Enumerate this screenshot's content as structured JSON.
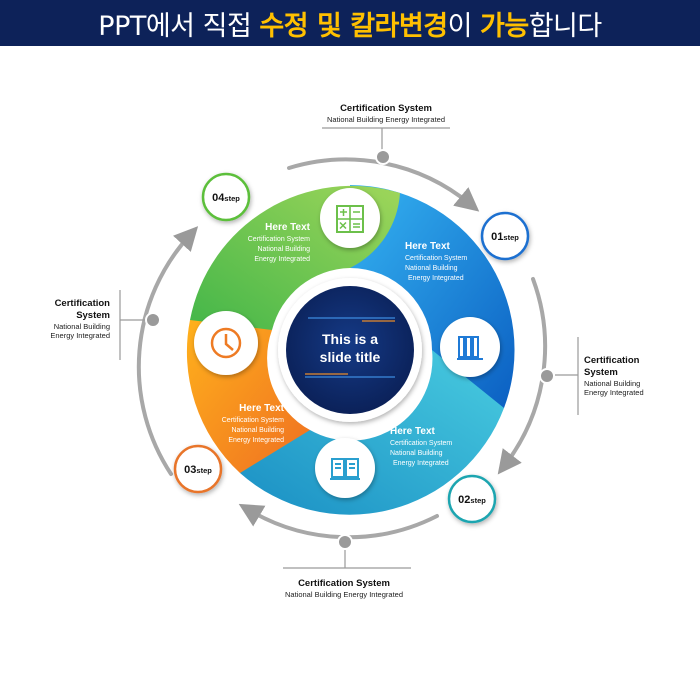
{
  "banner": {
    "part1": "PPT에서 직접 ",
    "highlight1": "수정 및 칼라변경",
    "part2": "이 ",
    "highlight2": "가능",
    "part3": "합니다"
  },
  "center": {
    "title_line1": "This is a",
    "title_line2": "slide title"
  },
  "segments": [
    {
      "heading": "Here Text",
      "line1": "Certification System",
      "line2": "National Building",
      "line3": "Energy Integrated",
      "icon": "books-icon",
      "color": "#1f8fe0"
    },
    {
      "heading": "Here Text",
      "line1": "Certification System",
      "line2": "National Building",
      "line3": "Energy Integrated",
      "icon": "open-book-icon",
      "color": "#2bb7c9"
    },
    {
      "heading": "Here Text",
      "line1": "Certification System",
      "line2": "National Building",
      "line3": "Energy Integrated",
      "icon": "clock-icon",
      "color": "#f39c12"
    },
    {
      "heading": "Here Text",
      "line1": "Certification System",
      "line2": "National Building",
      "line3": "Energy Integrated",
      "icon": "calculator-icon",
      "color": "#5cc447"
    }
  ],
  "steps": [
    {
      "num": "01",
      "suffix": "step",
      "color": "#1e6fd0"
    },
    {
      "num": "02",
      "suffix": "step",
      "color": "#1fa5b0"
    },
    {
      "num": "03",
      "suffix": "step",
      "color": "#e8742a"
    },
    {
      "num": "04",
      "suffix": "step",
      "color": "#5cbf3a"
    }
  ],
  "outer_labels": {
    "top": {
      "title": "Certification System",
      "sub": "National Building Energy Integrated"
    },
    "right": {
      "title1": "Certification",
      "title2": "System",
      "sub1": "National Building",
      "sub2": "Energy Integrated"
    },
    "bottom": {
      "title": "Certification System",
      "sub": "National Building Energy Integrated"
    },
    "left": {
      "title1": "Certification",
      "title2": "System",
      "sub1": "National Building",
      "sub2": "Energy Integrated"
    }
  }
}
